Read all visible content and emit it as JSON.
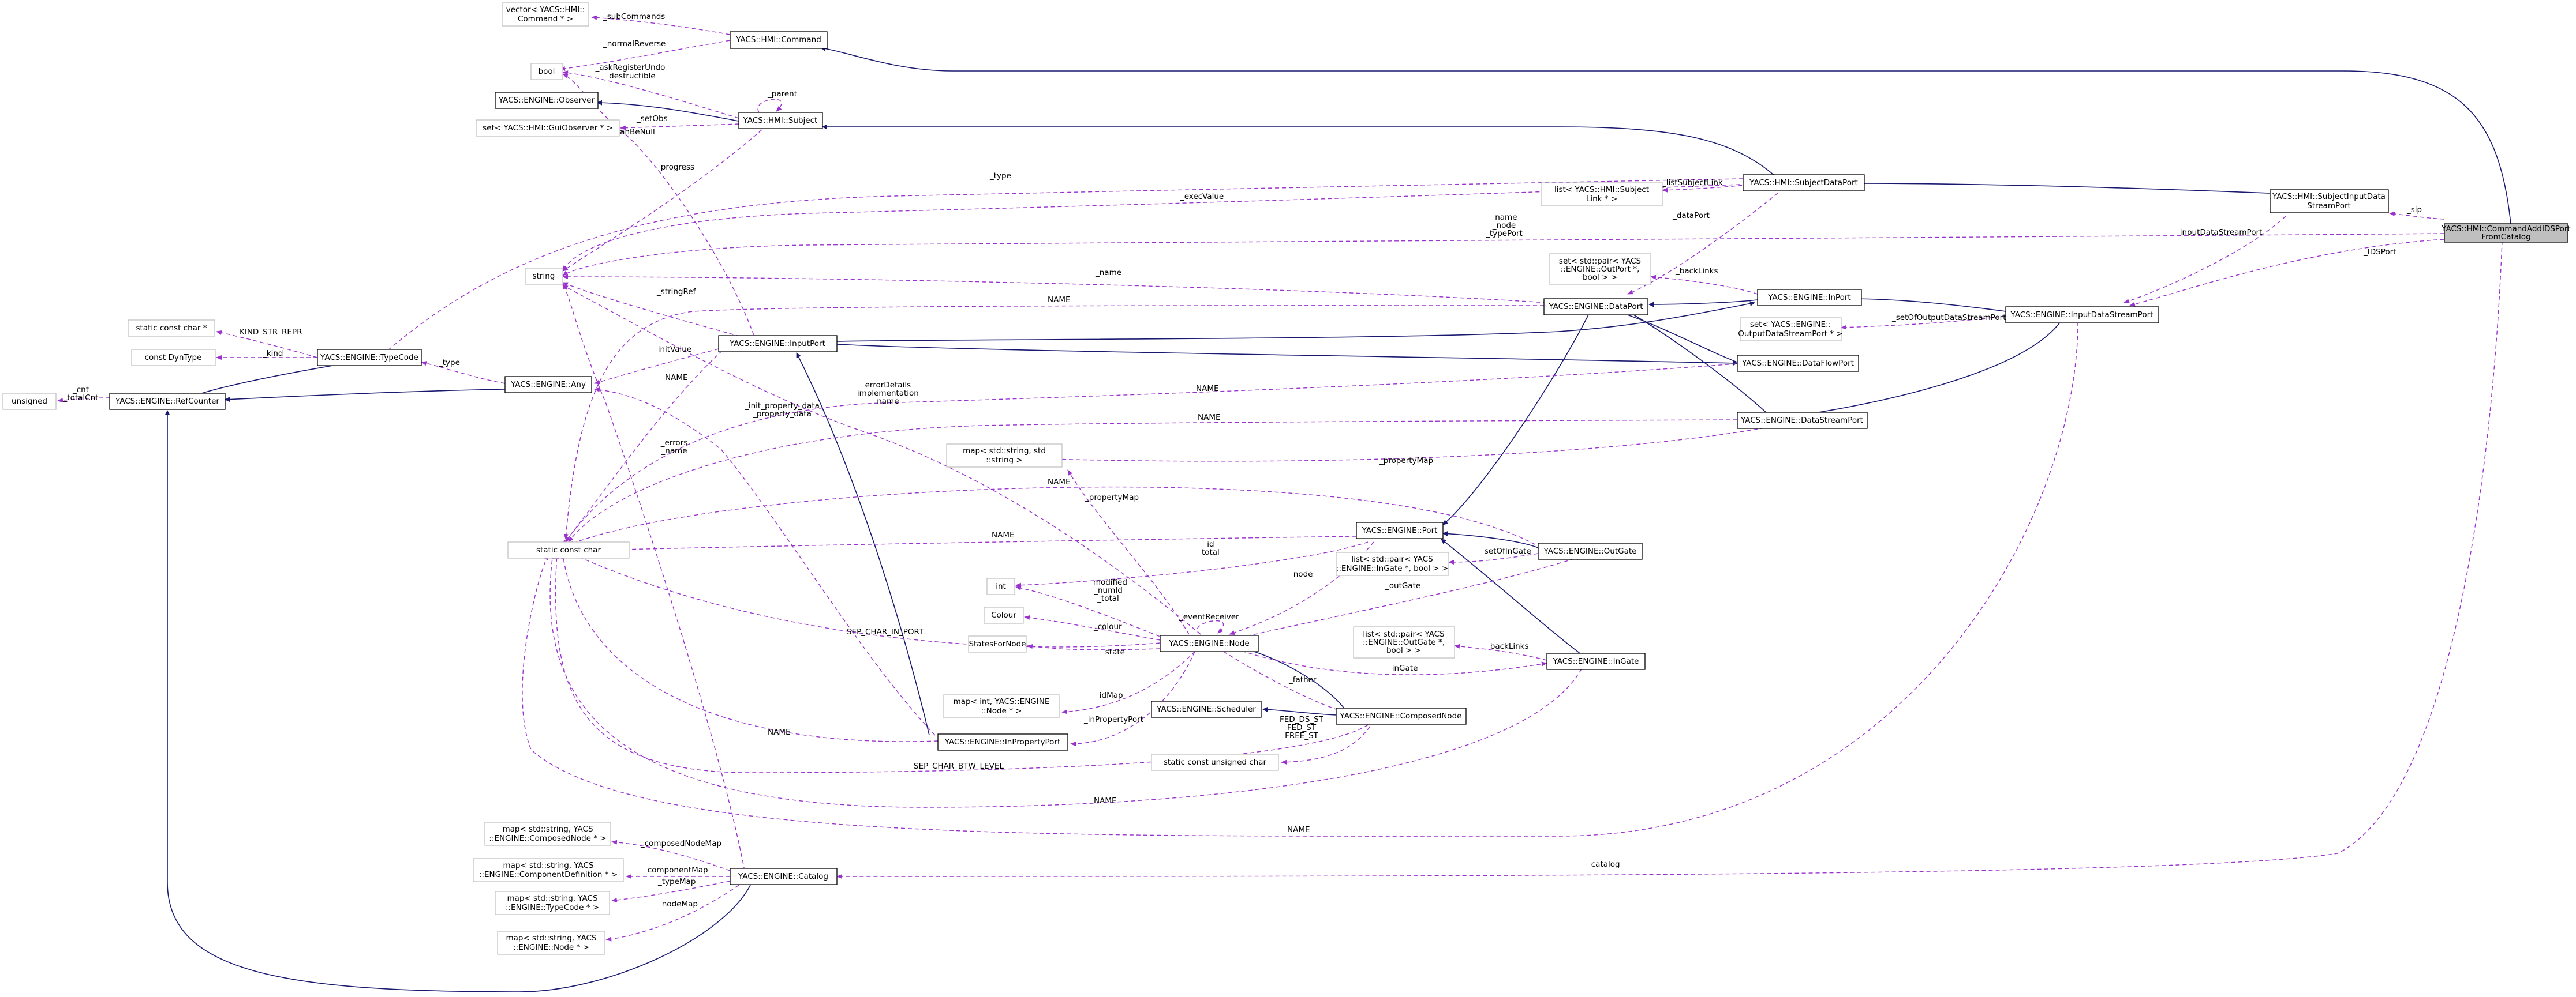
{
  "colors": {
    "inheritance_edge": "#191970",
    "usage_edge": "#9a32cd",
    "node_border": "#000000",
    "external_node_border": "#bfbfbf",
    "focus_node_fill": "#bfbfbf"
  },
  "nodes": {
    "CommandAddIDSPort": [
      "YACS::HMI::CommandAddIDSPort",
      "FromCatalog"
    ],
    "Command": [
      "YACS::HMI::Command"
    ],
    "vecCommand": [
      "vector< YACS::HMI::",
      "Command * >"
    ],
    "bool": [
      "bool"
    ],
    "Observer": [
      "YACS::ENGINE::Observer"
    ],
    "Subject": [
      "YACS::HMI::Subject"
    ],
    "setGuiObserver": [
      "set< YACS::HMI::GuiObserver * >"
    ],
    "SubjectDataPort": [
      "YACS::HMI::SubjectDataPort"
    ],
    "listSubjectLink": [
      "list< YACS::HMI::Subject",
      "Link * >"
    ],
    "SubjectInputDataStreamPort": [
      "YACS::HMI::SubjectInputData",
      "StreamPort"
    ],
    "string": [
      "string"
    ],
    "staticConstCharP": [
      "static const char *"
    ],
    "constDynType": [
      "const DynType"
    ],
    "TypeCode": [
      "YACS::ENGINE::TypeCode"
    ],
    "unsigned": [
      "unsigned"
    ],
    "RefCounter": [
      "YACS::ENGINE::RefCounter"
    ],
    "Any": [
      "YACS::ENGINE::Any"
    ],
    "InputPort": [
      "YACS::ENGINE::InputPort"
    ],
    "setOutPort": [
      "set< std::pair< YACS",
      "::ENGINE::OutPort *,",
      "bool > >"
    ],
    "InPort": [
      "YACS::ENGINE::InPort"
    ],
    "DataPort": [
      "YACS::ENGINE::DataPort"
    ],
    "InputDataStreamPort": [
      "YACS::ENGINE::InputDataStreamPort"
    ],
    "setOutputDataStreamPort": [
      "set< YACS::ENGINE::",
      "OutputDataStreamPort * >"
    ],
    "DataFlowPort": [
      "YACS::ENGINE::DataFlowPort"
    ],
    "DataStreamPort": [
      "YACS::ENGINE::DataStreamPort"
    ],
    "mapStringString": [
      "map< std::string, std",
      "::string >"
    ],
    "staticConstChar": [
      "static const char"
    ],
    "Port": [
      "YACS::ENGINE::Port"
    ],
    "OutGate": [
      "YACS::ENGINE::OutGate"
    ],
    "listInGate": [
      "list< std::pair< YACS",
      "::ENGINE::InGate *, bool > >"
    ],
    "int": [
      "int"
    ],
    "Colour": [
      "Colour"
    ],
    "StatesForNode": [
      "StatesForNode"
    ],
    "Node": [
      "YACS::ENGINE::Node"
    ],
    "listOutGate": [
      "list< std::pair< YACS",
      "::ENGINE::OutGate *,",
      "bool > >"
    ],
    "InGate": [
      "YACS::ENGINE::InGate"
    ],
    "mapIntNode": [
      "map< int, YACS::ENGINE",
      "::Node * >"
    ],
    "Scheduler": [
      "YACS::ENGINE::Scheduler"
    ],
    "ComposedNode": [
      "YACS::ENGINE::ComposedNode"
    ],
    "InPropertyPort": [
      "YACS::ENGINE::InPropertyPort"
    ],
    "staticConstUnsignedChar": [
      "static const unsigned char"
    ],
    "mapComposedNode": [
      "map< std::string, YACS",
      "::ENGINE::ComposedNode * >"
    ],
    "mapComponentDefinition": [
      "map< std::string, YACS",
      "::ENGINE::ComponentDefinition * >"
    ],
    "Catalog": [
      "YACS::ENGINE::Catalog"
    ],
    "mapTypeCode": [
      "map< std::string, YACS",
      "::ENGINE::TypeCode * >"
    ],
    "mapNode": [
      "map< std::string, YACS",
      "::ENGINE::Node * >"
    ]
  },
  "edge_labels": {
    "subCommands": [
      "_subCommands"
    ],
    "normalReverse": [
      "_normalReverse"
    ],
    "askRegisterUndo": [
      "_askRegisterUndo",
      "_destructible"
    ],
    "parent": [
      "_parent"
    ],
    "setObs": [
      "_setObs"
    ],
    "canBeNull": [
      "_canBeNull"
    ],
    "progress": [
      "_progress"
    ],
    "type1": [
      "_type"
    ],
    "execValue": [
      "_execValue"
    ],
    "nameNodeTypePort": [
      "_name",
      "_node",
      "_typePort"
    ],
    "listSubjectLink": [
      "_listSubjectLink"
    ],
    "dataPort": [
      "_dataPort"
    ],
    "sip": [
      "_sip"
    ],
    "inputDataStreamPort": [
      "_inputDataStreamPort"
    ],
    "IDSPort": [
      "_IDSPort"
    ],
    "name1": [
      "_name"
    ],
    "NAME1": [
      "NAME"
    ],
    "backLinks1": [
      "_backLinks"
    ],
    "stringRef": [
      "_stringRef"
    ],
    "setOfOutputDataStreamPort": [
      "_setOfOutputDataStreamPort"
    ],
    "KIND_STR_REPR": [
      "KIND_STR_REPR"
    ],
    "kind": [
      "_kind"
    ],
    "type2": [
      "_type"
    ],
    "cnt": [
      "_cnt"
    ],
    "totalCnt": [
      "_totalCnt"
    ],
    "initValue": [
      "_initValue"
    ],
    "NAME2": [
      "NAME"
    ],
    "errorDetails": [
      "_errorDetails",
      "_implementation",
      "_name"
    ],
    "NAME3": [
      "NAME"
    ],
    "initProperty": [
      "_init_property_data",
      "_property_data"
    ],
    "errors": [
      "_errors",
      "_name"
    ],
    "NAME4": [
      "NAME"
    ],
    "propertyMap1": [
      "_propertyMap"
    ],
    "NAME5": [
      "NAME"
    ],
    "propertyMap2": [
      "_propertyMap"
    ],
    "NAME6": [
      "NAME"
    ],
    "idTotal": [
      "_id",
      "_total"
    ],
    "setOfInGate": [
      "_setOfInGate"
    ],
    "node": [
      "_node"
    ],
    "outGate": [
      "_outGate"
    ],
    "modifiedNumIdTotal": [
      "_modified",
      "_numId",
      "_total"
    ],
    "eventReceiver": [
      "_eventReceiver"
    ],
    "colour": [
      "_colour"
    ],
    "SEP_CHAR_IN_PORT": [
      "SEP_CHAR_IN_PORT"
    ],
    "state": [
      "_state"
    ],
    "backLinks2": [
      "_backLinks"
    ],
    "inGate": [
      "_inGate"
    ],
    "father": [
      "_father"
    ],
    "idMap": [
      "_idMap"
    ],
    "FED": [
      "FED_DS_ST",
      "FED_ST",
      "FREE_ST"
    ],
    "inPropertyPort": [
      "_inPropertyPort"
    ],
    "NAME7": [
      "NAME"
    ],
    "SEP_CHAR_BTW_LEVEL": [
      "SEP_CHAR_BTW_LEVEL"
    ],
    "NAME8": [
      "NAME"
    ],
    "NAME9": [
      "NAME"
    ],
    "composedNodeMap": [
      "_composedNodeMap"
    ],
    "componentMap": [
      "_componentMap"
    ],
    "typeMap": [
      "_typeMap"
    ],
    "nodeMap": [
      "_nodeMap"
    ],
    "catalog": [
      "_catalog"
    ]
  }
}
